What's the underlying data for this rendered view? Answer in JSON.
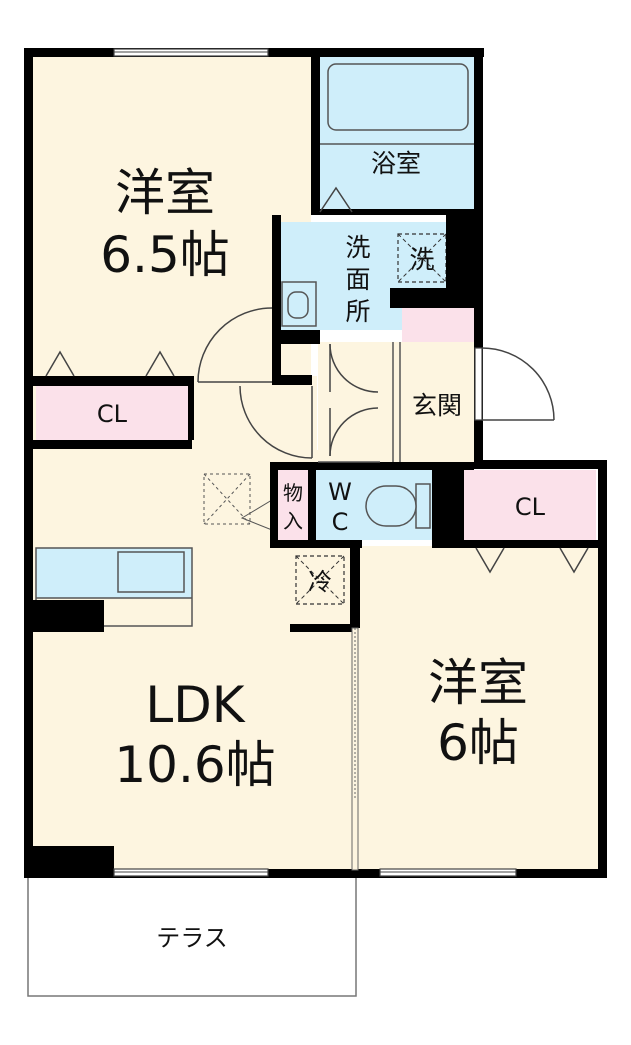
{
  "rooms": {
    "western_1": {
      "name": "洋室",
      "size": "6.5帖"
    },
    "bath": "浴室",
    "washroom": [
      "洗",
      "面",
      "所"
    ],
    "washer": "洗",
    "western_1_closet": "CL",
    "entrance": "玄関",
    "storage": [
      "物",
      "入"
    ],
    "wc": [
      "W",
      "C"
    ],
    "fridge": "冷",
    "western_2_closet": "CL",
    "western_2": {
      "name": "洋室",
      "size": "6帖"
    },
    "ldk": {
      "name": "LDK",
      "size": "10.6帖"
    },
    "terrace": "テラス"
  },
  "colors": {
    "wall": "#000000",
    "floor": "#fdf5e0",
    "wet_area": "#cfeefa",
    "closet": "#fbe1ea",
    "terrace": "#ffffff"
  }
}
